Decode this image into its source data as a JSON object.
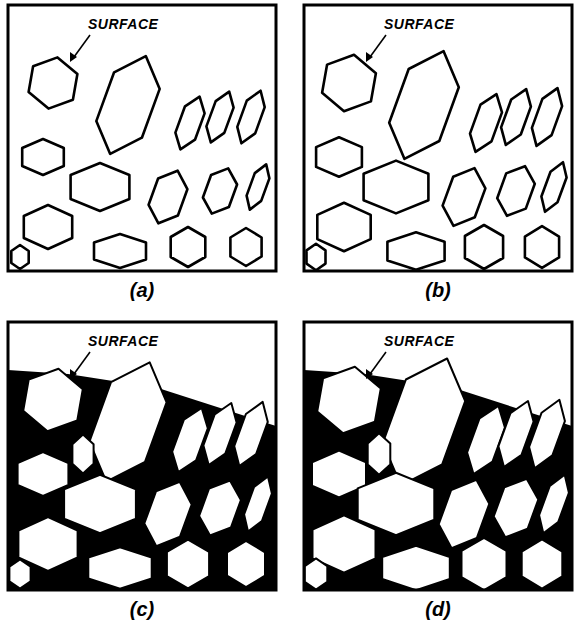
{
  "diagram": {
    "labels": [
      "SURFACE",
      "(a)",
      "SURFACE",
      "(b)",
      "SURFACE",
      "(c)",
      "SURFACE",
      "(d)"
    ]
  }
}
